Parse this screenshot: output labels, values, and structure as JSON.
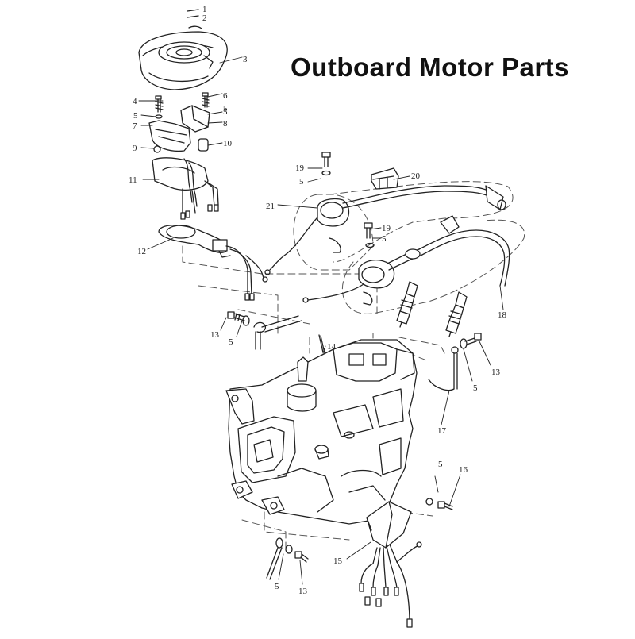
{
  "title": "Outboard Motor Parts",
  "callouts": [
    "1",
    "2",
    "3",
    "4",
    "5",
    "5",
    "6",
    "5",
    "8",
    "7",
    "9",
    "10",
    "11",
    "12",
    "19",
    "5",
    "20",
    "21",
    "19",
    "5",
    "18",
    "13",
    "5",
    "14",
    "5",
    "13",
    "17",
    "5",
    "16",
    "15",
    "5",
    "13"
  ],
  "colors": {
    "line": "#222222",
    "dash": "#555555",
    "fill": "#ffffff"
  }
}
